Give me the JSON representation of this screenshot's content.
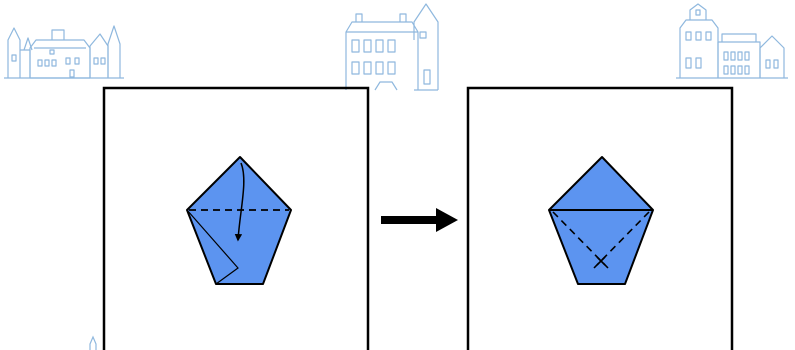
{
  "colors": {
    "background": "#ffffff",
    "paper_fill": "#5c94f0",
    "castle_stroke": "#8fb8de",
    "frame_stroke": "#000000",
    "arrow_fill": "#000000"
  },
  "decorations": {
    "top_left": "castle-icon",
    "top_center": "castle-icon",
    "top_right": "castle-icon",
    "bottom_left": "castle-icon"
  },
  "steps": [
    {
      "step": 1,
      "shape": "pentagon",
      "fold_line": "horizontal-dashed",
      "arrow": "fold-down"
    },
    {
      "step": 2,
      "shape": "pentagon",
      "fold_line": "top-flap-folded",
      "marks": [
        "dashed-diagonals",
        "cross"
      ]
    }
  ],
  "transition_arrow": "right-arrow-icon"
}
